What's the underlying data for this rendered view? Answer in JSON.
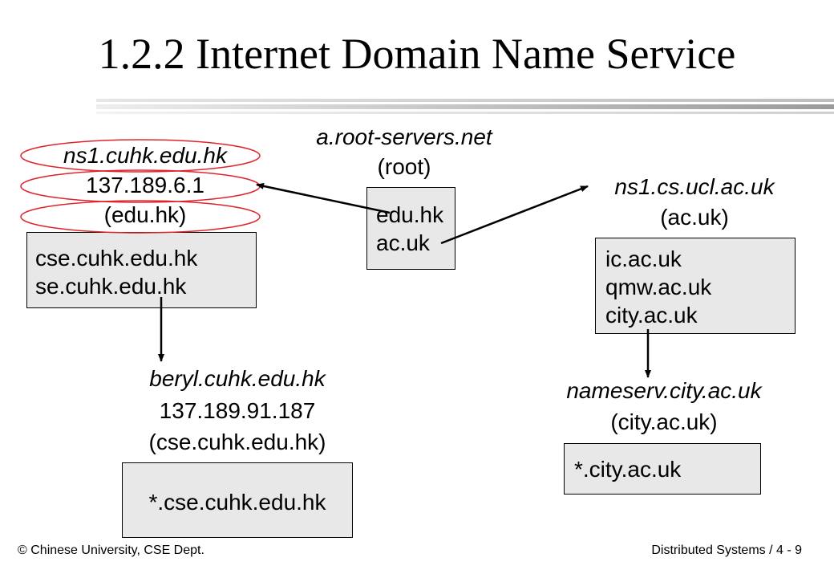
{
  "slide": {
    "title": "1.2.2 Internet Domain Name Service"
  },
  "root": {
    "host": "a.root-servers.net",
    "zone": "(root)",
    "entries": [
      "edu.hk",
      "ac.uk"
    ]
  },
  "cuhk_ns": {
    "host": "ns1.cuhk.edu.hk",
    "ip": "137.189.6.1",
    "zone": "(edu.hk)",
    "entries": [
      "cse.cuhk.edu.hk",
      "se.cuhk.edu.hk"
    ]
  },
  "ucl_ns": {
    "host": "ns1.cs.ucl.ac.uk",
    "zone": "(ac.uk)",
    "entries": [
      "ic.ac.uk",
      "qmw.ac.uk",
      "city.ac.uk"
    ]
  },
  "beryl_ns": {
    "host": "beryl.cuhk.edu.hk",
    "ip": "137.189.91.187",
    "zone": "(cse.cuhk.edu.hk)",
    "entries": [
      "*.cse.cuhk.edu.hk"
    ]
  },
  "city_ns": {
    "host": "nameserv.city.ac.uk",
    "zone": "(city.ac.uk)",
    "entries": [
      "*.city.ac.uk"
    ]
  },
  "footer": {
    "copyright_symbol": "©",
    "left": "Chinese University, CSE Dept.",
    "right": "Distributed Systems / 4 - 9"
  },
  "colors": {
    "highlight_ellipse": "#e0242c",
    "box_fill": "#e8e8e8"
  }
}
